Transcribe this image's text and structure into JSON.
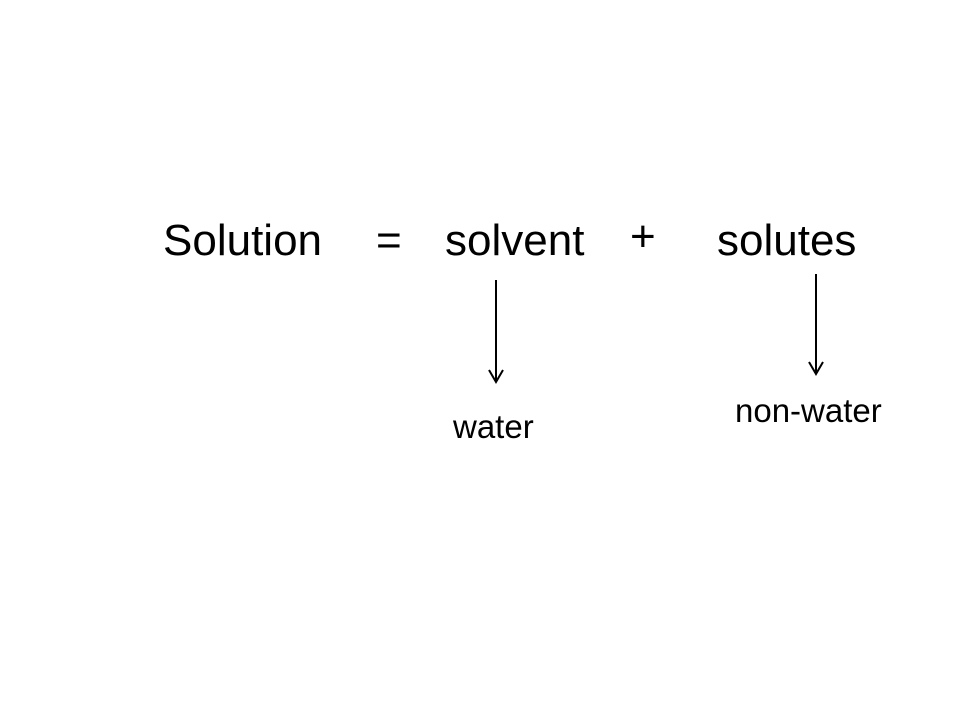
{
  "equation": {
    "term_1": "Solution",
    "operator_1": "=",
    "term_2": "solvent",
    "operator_2": "+",
    "term_3": "solutes"
  },
  "labels": {
    "solvent_example": "water",
    "solutes_example": "non-water"
  },
  "colors": {
    "text": "#000000",
    "background": "#ffffff",
    "arrow": "#000000"
  }
}
